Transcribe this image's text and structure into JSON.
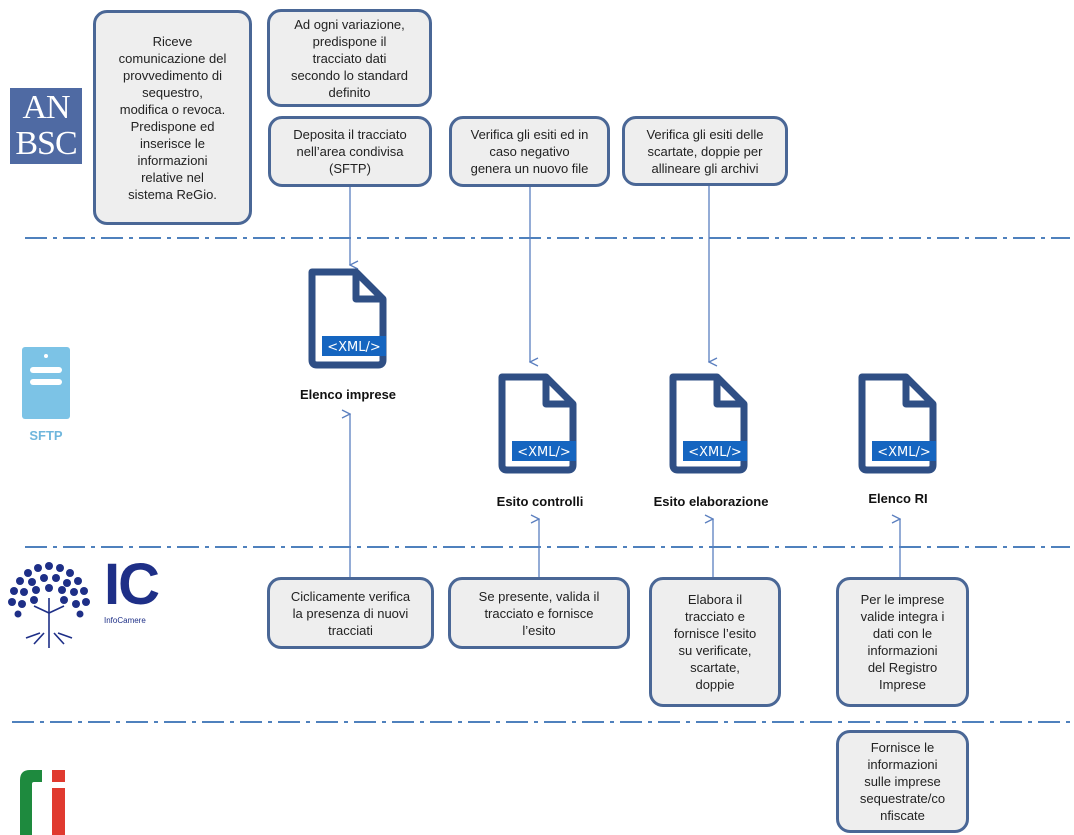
{
  "logos": {
    "anbsc": {
      "line1": "AN",
      "line2": "BSC",
      "icon": "anbsc-logo",
      "color": "#4f6aa3"
    },
    "sftp": {
      "caption": "SFTP",
      "icon": "server-icon",
      "color": "#7cc3e6"
    },
    "infocamere": {
      "letters": "IC",
      "caption": "InfoCamere",
      "icon": "tree-logo",
      "color": "#1e2f87"
    },
    "ri": {
      "icon": "ri-logo",
      "colors": [
        "#1e8a3e",
        "#e03a2f"
      ]
    }
  },
  "boxes": {
    "anbsc_receive": "Riceve\ncomunicazione del\nprovvedimento di\nsequestro,\nmodifica o revoca.\nPredispone ed\ninserisce le\ninformazioni\nrelative nel\nsistema ReGio.",
    "anbsc_prepare": "Ad ogni variazione,\npredispone il\ntracciato dati\nsecondo lo standard\ndefinito",
    "anbsc_deposit": "Deposita il tracciato\nnell’area condivisa\n(SFTP)",
    "anbsc_verify_outcome": "Verifica gli esiti ed in\ncaso negativo\ngenera  un nuovo file",
    "anbsc_verify_discarded": "Verifica gli esiti delle\nscartate, doppie per\nallineare gli archivi",
    "ic_check": "Ciclicamente verifica\nla presenza di nuovi\ntracciati",
    "ic_validate": "Se presente,  valida il\ntracciato e fornisce\nl’esito",
    "ic_process": "Elabora il\ntracciato e\nfornisce l’esito\nsu verificate,\nscartate,\ndoppie",
    "ic_integrate": "Per le imprese\nvalide integra i\ndati con le\ninformazioni\ndel Registro\nImprese",
    "ri_provide": "Fornisce le\ninformazioni\nsulle imprese\nsequestrate/co\nnfiscate"
  },
  "documents": [
    {
      "badge": "<XML/>",
      "label": "Elenco imprese"
    },
    {
      "badge": "<XML/>",
      "label": "Esito controlli"
    },
    {
      "badge": "<XML/>",
      "label": "Esito elaborazione"
    },
    {
      "badge": "<XML/>",
      "label": "Elenco RI"
    }
  ],
  "colors": {
    "box_border": "#4a6796",
    "box_fill": "#eeeeee",
    "arrow": "#5b7fbf",
    "lane_line": "#4f81bd",
    "doc_outline": "#2f4f85",
    "xml_badge": "#1565c0"
  }
}
